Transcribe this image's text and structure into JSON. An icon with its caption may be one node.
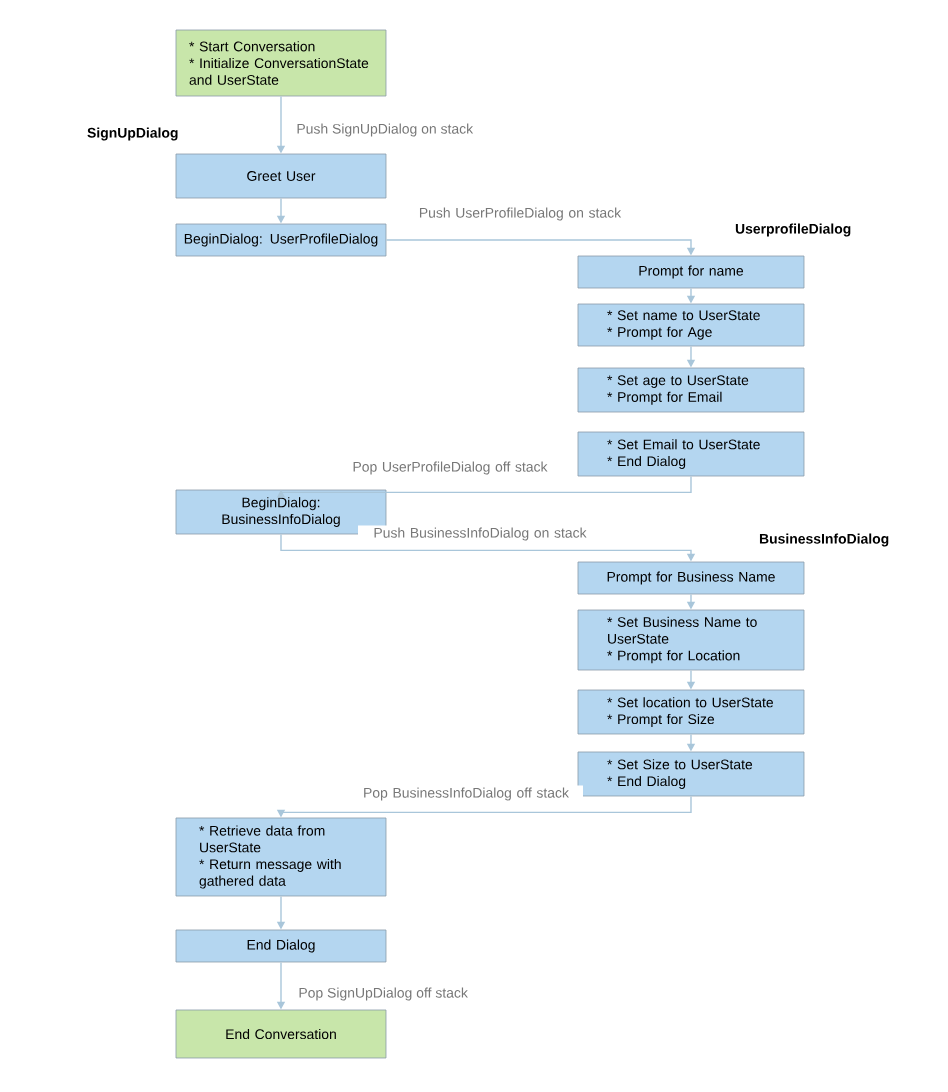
{
  "diagram": {
    "nodes": [
      {
        "text": [
          "* Start Conversation",
          "* Initialize ConversationState and UserState"
        ]
      },
      {
        "text": [
          "Greet User"
        ]
      },
      {
        "text": [
          "BeginDialog: UserProfileDialog"
        ]
      },
      {
        "text": [
          "Prompt for name"
        ]
      },
      {
        "text": [
          "* Set name to UserState",
          "* Prompt for Age"
        ]
      },
      {
        "text": [
          "* Set age to UserState",
          "* Prompt for Email"
        ]
      },
      {
        "text": [
          "* Set Email to UserState",
          "* End Dialog"
        ]
      },
      {
        "text": [
          "BeginDialog: BusinessInfoDialog"
        ]
      },
      {
        "text": [
          "Prompt for Business Name"
        ]
      },
      {
        "text": [
          "* Set Business Name to UserState",
          "* Prompt for Location"
        ]
      },
      {
        "text": [
          "* Set location to UserState",
          "* Prompt for Size"
        ]
      },
      {
        "text": [
          "* Set Size to UserState",
          "* End Dialog"
        ]
      },
      {
        "text": [
          "* Retrieve data from UserState",
          "* Return message with gathered data"
        ]
      },
      {
        "text": [
          "End Dialog"
        ]
      },
      {
        "text": [
          "End Conversation"
        ]
      }
    ],
    "edges": [
      {
        "from": 0,
        "to": 1,
        "arrow": "to",
        "label": "Push SignUpDialog on stack"
      },
      {
        "from": 1,
        "to": 2,
        "arrow": "to"
      },
      {
        "from": 2,
        "to": 3,
        "arrow": "to",
        "label": "Push UserProfileDialog on stack"
      },
      {
        "from": 3,
        "to": 4,
        "arrow": "to"
      },
      {
        "from": 4,
        "to": 5,
        "arrow": "to"
      },
      {
        "from": 6,
        "to": 7,
        "arrow": "to",
        "label": "Pop UserProfileDialog off stack"
      },
      {
        "from": 7,
        "to": 8,
        "arrow": "to",
        "label": "Push BusinessInfoDialog on stack"
      },
      {
        "from": 8,
        "to": 9,
        "arrow": "to"
      },
      {
        "from": 9,
        "to": 10,
        "arrow": "to"
      },
      {
        "from": 10,
        "to": 11,
        "arrow": "to"
      },
      {
        "from": 11,
        "to": 12,
        "arrow": "to",
        "label": "Pop BusinessInfoDialog off stack"
      },
      {
        "from": 12,
        "to": 13,
        "arrow": "to"
      },
      {
        "from": 13,
        "to": 14,
        "arrow": "to",
        "label": "Pop SignUpDialog off stack"
      }
    ],
    "labels": [
      "SignUpDialog",
      "UserprofileDialog",
      "BusinessInfoDialog"
    ]
  }
}
